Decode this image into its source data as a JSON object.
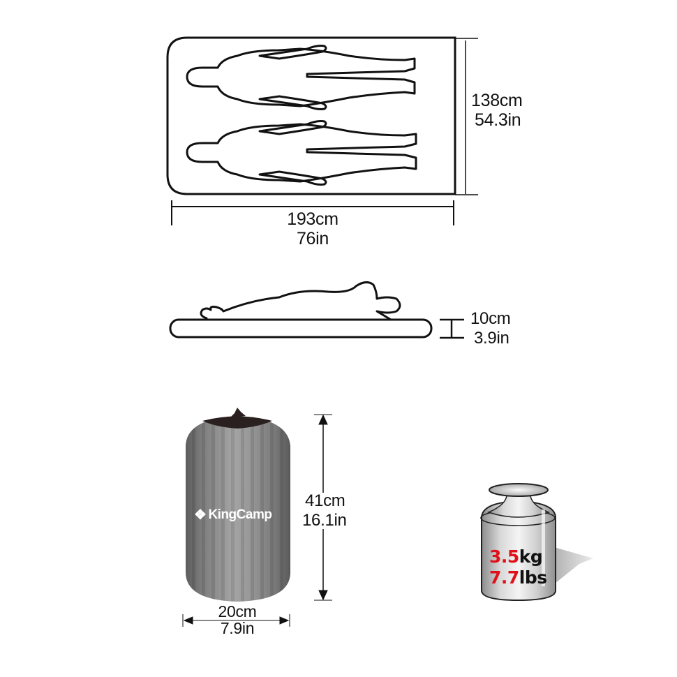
{
  "top_view": {
    "length": {
      "cm": "193cm",
      "in": "76in"
    },
    "width": {
      "cm": "138cm",
      "in": "54.3in"
    },
    "occupants": 2
  },
  "side_view": {
    "thickness": {
      "cm": "10cm",
      "in": "3.9in"
    }
  },
  "packed": {
    "brand": "KingCamp",
    "height": {
      "cm": "41cm",
      "in": "16.1in"
    },
    "diameter": {
      "cm": "20cm",
      "in": "7.9in"
    }
  },
  "weight": {
    "kg_value": "3.5",
    "kg_unit": "kg",
    "lbs_value": "7.7",
    "lbs_unit": "lbs",
    "accent_color": "#e0101a"
  },
  "colors": {
    "line": "#111111",
    "bag": "#8a8a8a",
    "background": "#ffffff"
  }
}
